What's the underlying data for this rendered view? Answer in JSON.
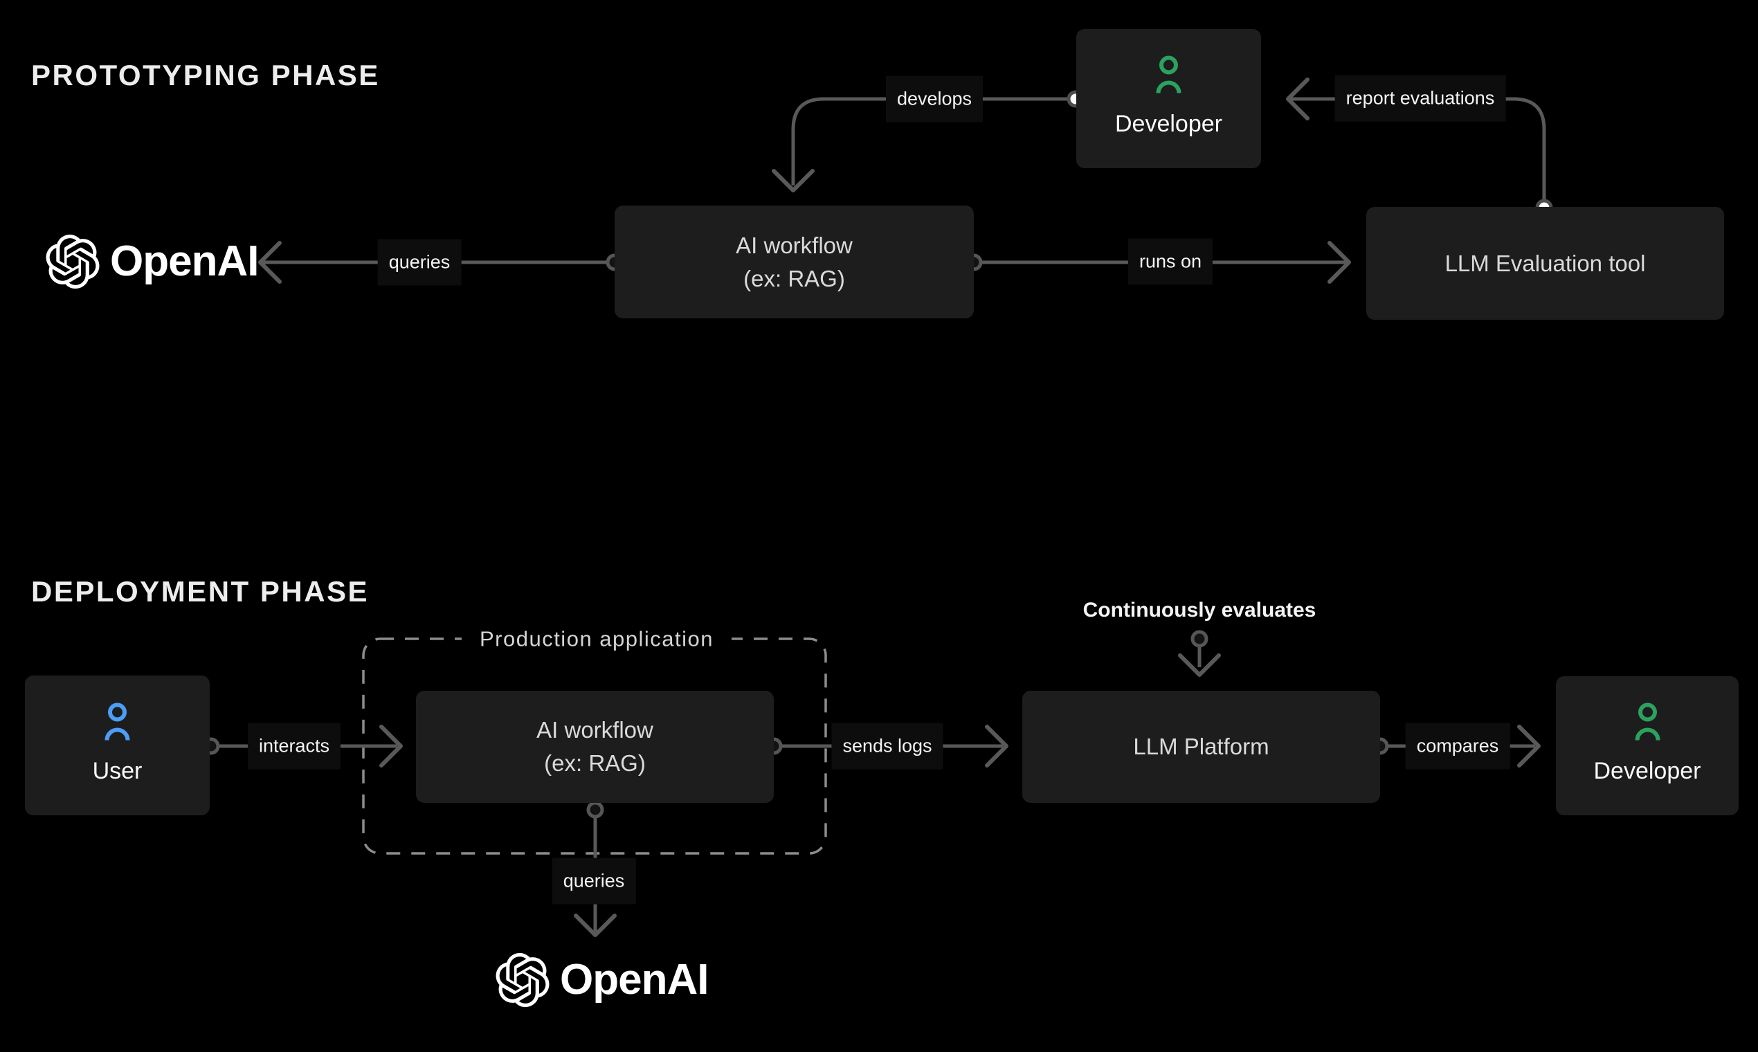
{
  "sections": [
    {
      "id": "prototyping",
      "title": "PROTOTYPING PHASE"
    },
    {
      "id": "deployment",
      "title": "DEPLOYMENT PHASE"
    }
  ],
  "nodes": {
    "openai_top": {
      "label": "OpenAI"
    },
    "developer_top": {
      "label": "Developer"
    },
    "ai_workflow_top": {
      "line1": "AI workflow",
      "line2": "(ex: RAG)"
    },
    "llm_evaluation_tool": {
      "label": "LLM Evaluation tool"
    },
    "user": {
      "label": "User"
    },
    "production_application": {
      "label": "Production application"
    },
    "ai_workflow_deployment": {
      "line1": "AI workflow",
      "line2": "(ex: RAG)"
    },
    "llm_platform": {
      "label": "LLM Platform"
    },
    "developer_deployment": {
      "label": "Developer"
    },
    "openai_bottom": {
      "label": "OpenAI"
    }
  },
  "edges": {
    "develops": {
      "label": "develops"
    },
    "report_evaluations": {
      "label": "report evaluations"
    },
    "queries_top": {
      "label": "queries"
    },
    "runs_on": {
      "label": "runs on"
    },
    "interacts": {
      "label": "interacts"
    },
    "sends_logs": {
      "label": "sends logs"
    },
    "continuously_evaluates": {
      "label": "Continuously evaluates"
    },
    "compares": {
      "label": "compares"
    },
    "queries_bottom": {
      "label": "queries"
    }
  },
  "icons": {
    "developer": "person-icon",
    "user": "person-icon",
    "openai": "openai-logo-icon"
  },
  "colors": {
    "background": "#000000",
    "node_background": "#1d1d1e",
    "label_background": "#0d0d0d",
    "line_gray": "#595959",
    "dashed_border_gray": "#8c8c8c",
    "developer_icon_green": "#2ba25e",
    "user_icon_blue": "#4b9df5",
    "node_text": "#dadada",
    "white_text": "#fafafa"
  }
}
